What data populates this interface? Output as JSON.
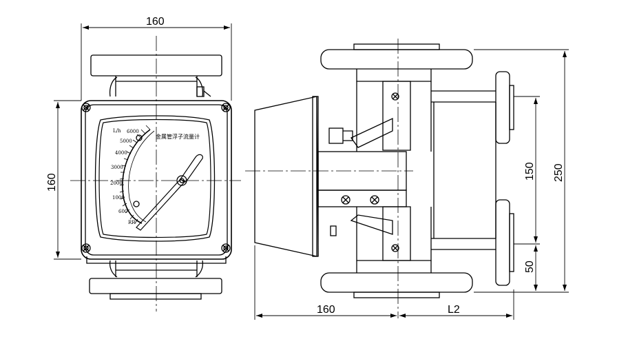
{
  "front_view": {
    "dim_width": "160",
    "dim_height": "160",
    "dial": {
      "unit": "L/h",
      "title": "金属管浮子流量计",
      "scale": [
        "6000",
        "5000",
        "4000",
        "3000",
        "2000",
        "1000",
        "600",
        "RR"
      ]
    }
  },
  "side_view": {
    "dim_depth": "160",
    "dim_l2": "L2",
    "dim_150": "150",
    "dim_250": "250",
    "dim_50": "50"
  },
  "colors": {
    "line": "#000000",
    "background": "#ffffff"
  }
}
